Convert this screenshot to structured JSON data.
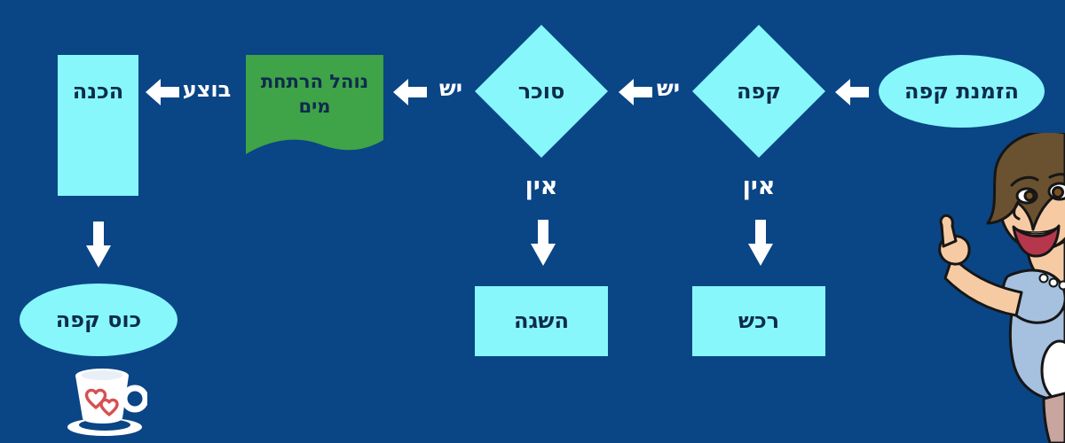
{
  "title": "coffee-order-flowchart",
  "colors": {
    "background": "#0A4586",
    "node_fill": "#87F7FC",
    "node_text": "#0E2B4E",
    "document_fill": "#3FA347",
    "edge_label": "#FFFFFF",
    "arrow": "#FFFFFF",
    "heart": "#D85050"
  },
  "nodes": {
    "start": {
      "type": "ellipse",
      "label": "הזמנת קפה"
    },
    "coffee_decision": {
      "type": "diamond",
      "label": "קפה"
    },
    "sugar_decision": {
      "type": "diamond",
      "label": "סוכר"
    },
    "boil_document": {
      "type": "document",
      "label": "נוהל הרתחת מים"
    },
    "prepare": {
      "type": "rect",
      "label": "הכנה"
    },
    "purchase": {
      "type": "rect",
      "label": "רכש"
    },
    "obtain": {
      "type": "rect",
      "label": "השגה"
    },
    "end": {
      "type": "ellipse",
      "label": "כוס קפה"
    }
  },
  "edge_labels": {
    "coffee_yes": "יש",
    "sugar_yes": "יש",
    "doc_done": "בוצע",
    "coffee_no": "אין",
    "sugar_no": "אין"
  },
  "icons": {
    "coffee_cup": "coffee-cup-with-hearts-icon",
    "mascot": "waitress-pointing-illustration"
  }
}
